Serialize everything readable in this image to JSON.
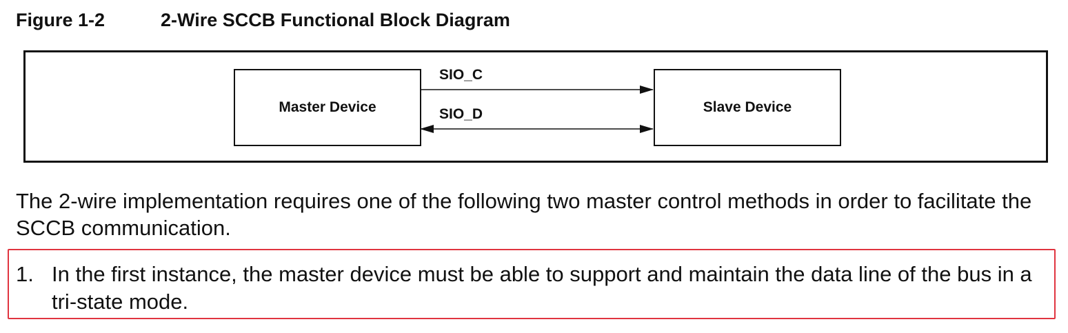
{
  "figure": {
    "number": "Figure 1-2",
    "title": "2-Wire SCCB Functional Block Diagram"
  },
  "diagram": {
    "master_label": "Master Device",
    "slave_label": "Slave Device",
    "signals": [
      {
        "label": "SIO_C",
        "direction": "master-to-slave"
      },
      {
        "label": "SIO_D",
        "direction": "bidirectional"
      }
    ]
  },
  "body": {
    "paragraph": "The 2-wire implementation requires one of the following two master control methods in order to facilitate the SCCB communication.",
    "list": [
      {
        "number": "1.",
        "text": "In the first instance, the master device must be able to support and maintain the data line of the bus in a tri-state mode."
      }
    ]
  },
  "colors": {
    "highlight_border": "#e0343f",
    "line": "#111111"
  }
}
